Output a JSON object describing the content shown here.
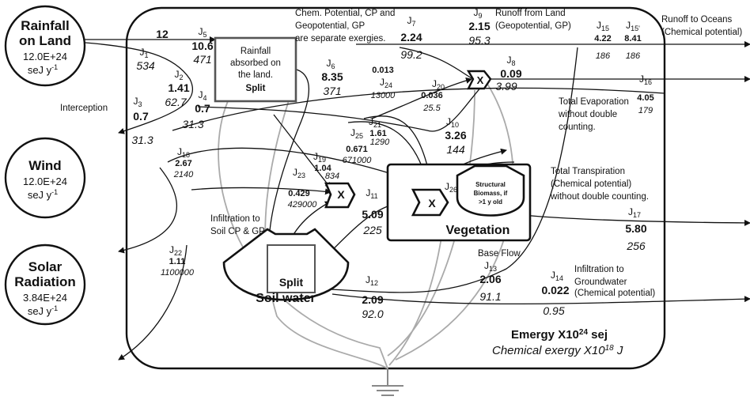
{
  "sources": {
    "rainfall": {
      "title_line1": "Rainfall",
      "title_line2": "on Land",
      "value": "12.0E+24",
      "unit": "seJ y"
    },
    "wind": {
      "title_line1": "Wind",
      "value": "12.0E+24",
      "unit": "seJ y"
    },
    "solar": {
      "title_line1": "Solar",
      "title_line2": "Radiation",
      "value": "3.84E+24",
      "unit": "seJ y"
    },
    "unit_exponent": "-1"
  },
  "boxes": {
    "rain_split": {
      "line1": "Rainfall",
      "line2": "absorbed on",
      "line3": "the land.",
      "line4": "Split"
    },
    "soil_split": "Split",
    "soil_water": "Soil water",
    "vegetation": "Vegetation",
    "biomass": {
      "line1": "Structural",
      "line2": "Biomass, if",
      "line3": ">1 y old"
    },
    "interaction": "X"
  },
  "flows": [
    {
      "id": "J",
      "sub": "1",
      "emergy": "12",
      "exergy": "534"
    },
    {
      "id": "J",
      "sub": "2",
      "emergy": "1.41",
      "exergy": "62.7"
    },
    {
      "id": "J",
      "sub": "3",
      "emergy": "0.7",
      "exergy": "31.3"
    },
    {
      "id": "J",
      "sub": "4",
      "emergy": "0.7",
      "exergy": "31.3"
    },
    {
      "id": "J",
      "sub": "5",
      "emergy": "10.6",
      "exergy": "471"
    },
    {
      "id": "J",
      "sub": "6",
      "emergy": "8.35",
      "exergy": "371"
    },
    {
      "id": "J",
      "sub": "7",
      "emergy": "2.24",
      "exergy": "99.2"
    },
    {
      "id": "J",
      "sub": "8",
      "emergy": "0.09",
      "exergy": "3.99"
    },
    {
      "id": "J",
      "sub": "9",
      "emergy": "2.15",
      "exergy": "95.3"
    },
    {
      "id": "J",
      "sub": "10",
      "emergy": "3.26",
      "exergy": "144"
    },
    {
      "id": "J",
      "sub": "11",
      "emergy": "5.09",
      "exergy": "225"
    },
    {
      "id": "J",
      "sub": "12",
      "emergy": "2.09",
      "exergy": "92.0"
    },
    {
      "id": "J",
      "sub": "13",
      "emergy": "2.06",
      "exergy": "91.1"
    },
    {
      "id": "J",
      "sub": "14",
      "emergy": "0.022",
      "exergy": "0.95"
    },
    {
      "id": "J",
      "sub": "15",
      "emergy": "4.22",
      "exergy": "186"
    },
    {
      "id": "J",
      "sub": "15'",
      "emergy": "8.41",
      "exergy": "186"
    },
    {
      "id": "J",
      "sub": "16",
      "emergy": "4.05",
      "exergy": "179"
    },
    {
      "id": "J",
      "sub": "17",
      "emergy": "5.80",
      "exergy": "256"
    },
    {
      "id": "J",
      "sub": "18",
      "emergy": "2.67",
      "exergy": "2140"
    },
    {
      "id": "J",
      "sub": "19",
      "emergy": "1.04",
      "exergy": "834"
    },
    {
      "id": "J",
      "sub": "20",
      "emergy": "0.036",
      "exergy": "25.5"
    },
    {
      "id": "J",
      "sub": "21",
      "emergy": "1.61",
      "exergy": "1290"
    },
    {
      "id": "J",
      "sub": "22",
      "emergy": "1.11",
      "exergy": "1100000"
    },
    {
      "id": "J",
      "sub": "23",
      "emergy": "0.429",
      "exergy": "429000"
    },
    {
      "id": "J",
      "sub": "24",
      "emergy": "0.013",
      "exergy": "13000"
    },
    {
      "id": "J",
      "sub": "25",
      "emergy": "0.671",
      "exergy": "671000"
    },
    {
      "id": "J",
      "sub": "26",
      "emergy": "",
      "exergy": ""
    }
  ],
  "notes": {
    "chem_note": {
      "line1": "Chem. Potential, CP and",
      "line2": "Geopotential, GP",
      "line3": "are separate exergies."
    },
    "runoff_land": {
      "line1": "Runoff from Land",
      "line2": "(Geopotential, GP)"
    },
    "runoff_oceans": {
      "line1": "Runoff to Oceans",
      "line2": "(Chemical potential)"
    },
    "interception": "Interception",
    "evaporation": {
      "line1": "Total Evaporation",
      "line2": "without double",
      "line3": "counting."
    },
    "transpiration": {
      "line1": "Total Transpiration",
      "line2": "(Chemical potential)",
      "line3": "without double counting."
    },
    "infiltration_soil": {
      "line1": "Infiltration to",
      "line2": "Soil CP & GP"
    },
    "base_flow": "Base  Flow",
    "infiltration_gw": {
      "line1": "Infiltration to",
      "line2": "Groundwater",
      "line3": "(Chemical potential)"
    }
  },
  "legend": {
    "emergy_prefix": "Emergy X10",
    "emergy_exp": "24",
    "emergy_suffix": " sej",
    "exergy_prefix": "Chemical exergy X10",
    "exergy_exp": "18",
    "exergy_suffix": " J"
  }
}
